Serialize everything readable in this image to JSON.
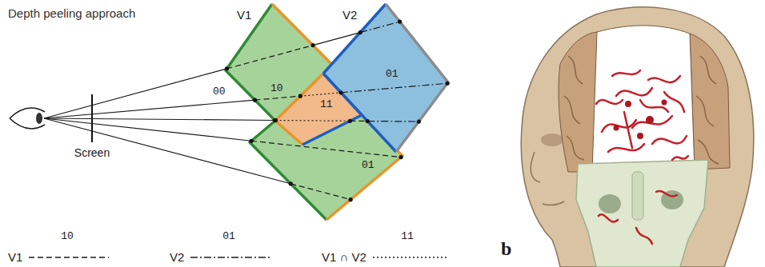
{
  "diagram": {
    "title": "Depth peeling approach",
    "nodes": [
      {
        "text": [
          "V1"
        ]
      },
      {
        "text": [
          "V2"
        ]
      }
    ],
    "labels": [
      "00",
      "10",
      "11",
      "01",
      "01",
      "Screen",
      "10",
      "01",
      "11",
      "b"
    ],
    "legend": [
      {
        "text": "V1"
      },
      {
        "text": "V2"
      },
      {
        "text": "V1 ∩ V2"
      }
    ]
  }
}
